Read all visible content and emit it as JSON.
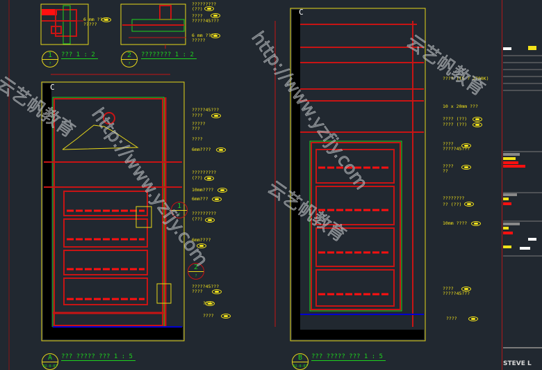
{
  "detail_1": {
    "number": "1",
    "sub": "?",
    "title": "???   1 : 2",
    "notes": [
      "6 mm ????",
      "?????"
    ]
  },
  "detail_2": {
    "number": "2",
    "sub": "?",
    "title": "????????   1 : 2",
    "notes": [
      "?????????",
      "(??)",
      "????",
      "?????45???",
      "6 mm ????",
      "?????"
    ]
  },
  "elevation_a": {
    "letter": "A",
    "code": "02-0-07",
    "title": "??? ????? ???   1 : 5",
    "section_marker": "C",
    "callouts": [
      {
        "number": "1",
        "sub": "?"
      },
      {
        "number": "2",
        "sub": "?"
      }
    ],
    "labels": [
      "?????45???",
      "????",
      "?????",
      "???",
      "????",
      "6mm????",
      "?????????",
      "(??)",
      "10mm????",
      "6mm???",
      "?????????",
      "(??)",
      "6mm????",
      "?????45???",
      "????",
      "????",
      "????"
    ]
  },
  "elevation_b": {
    "letter": "B",
    "code": "02-0-07",
    "title": "??? ????? ???   1 : 5",
    "section_marker": "C",
    "labels": [
      "???? (T5 ? 2700K)",
      "10 x 20mm ???",
      "???? (??)",
      "???? (??)",
      "????",
      "?????45???",
      "????",
      "??",
      "????????",
      "?? (??)",
      "10mm ????",
      "????",
      "?????45???",
      "????"
    ]
  },
  "title_block": {
    "designer": "STEVE L"
  },
  "watermark": {
    "url": "http://www.yzfjy.com",
    "brand": "云艺帆教育"
  },
  "colors": {
    "background": "#212830",
    "frame": "#e8d81a",
    "line": "#c81414",
    "green": "#1ed41e",
    "text": "#f2e21a"
  }
}
